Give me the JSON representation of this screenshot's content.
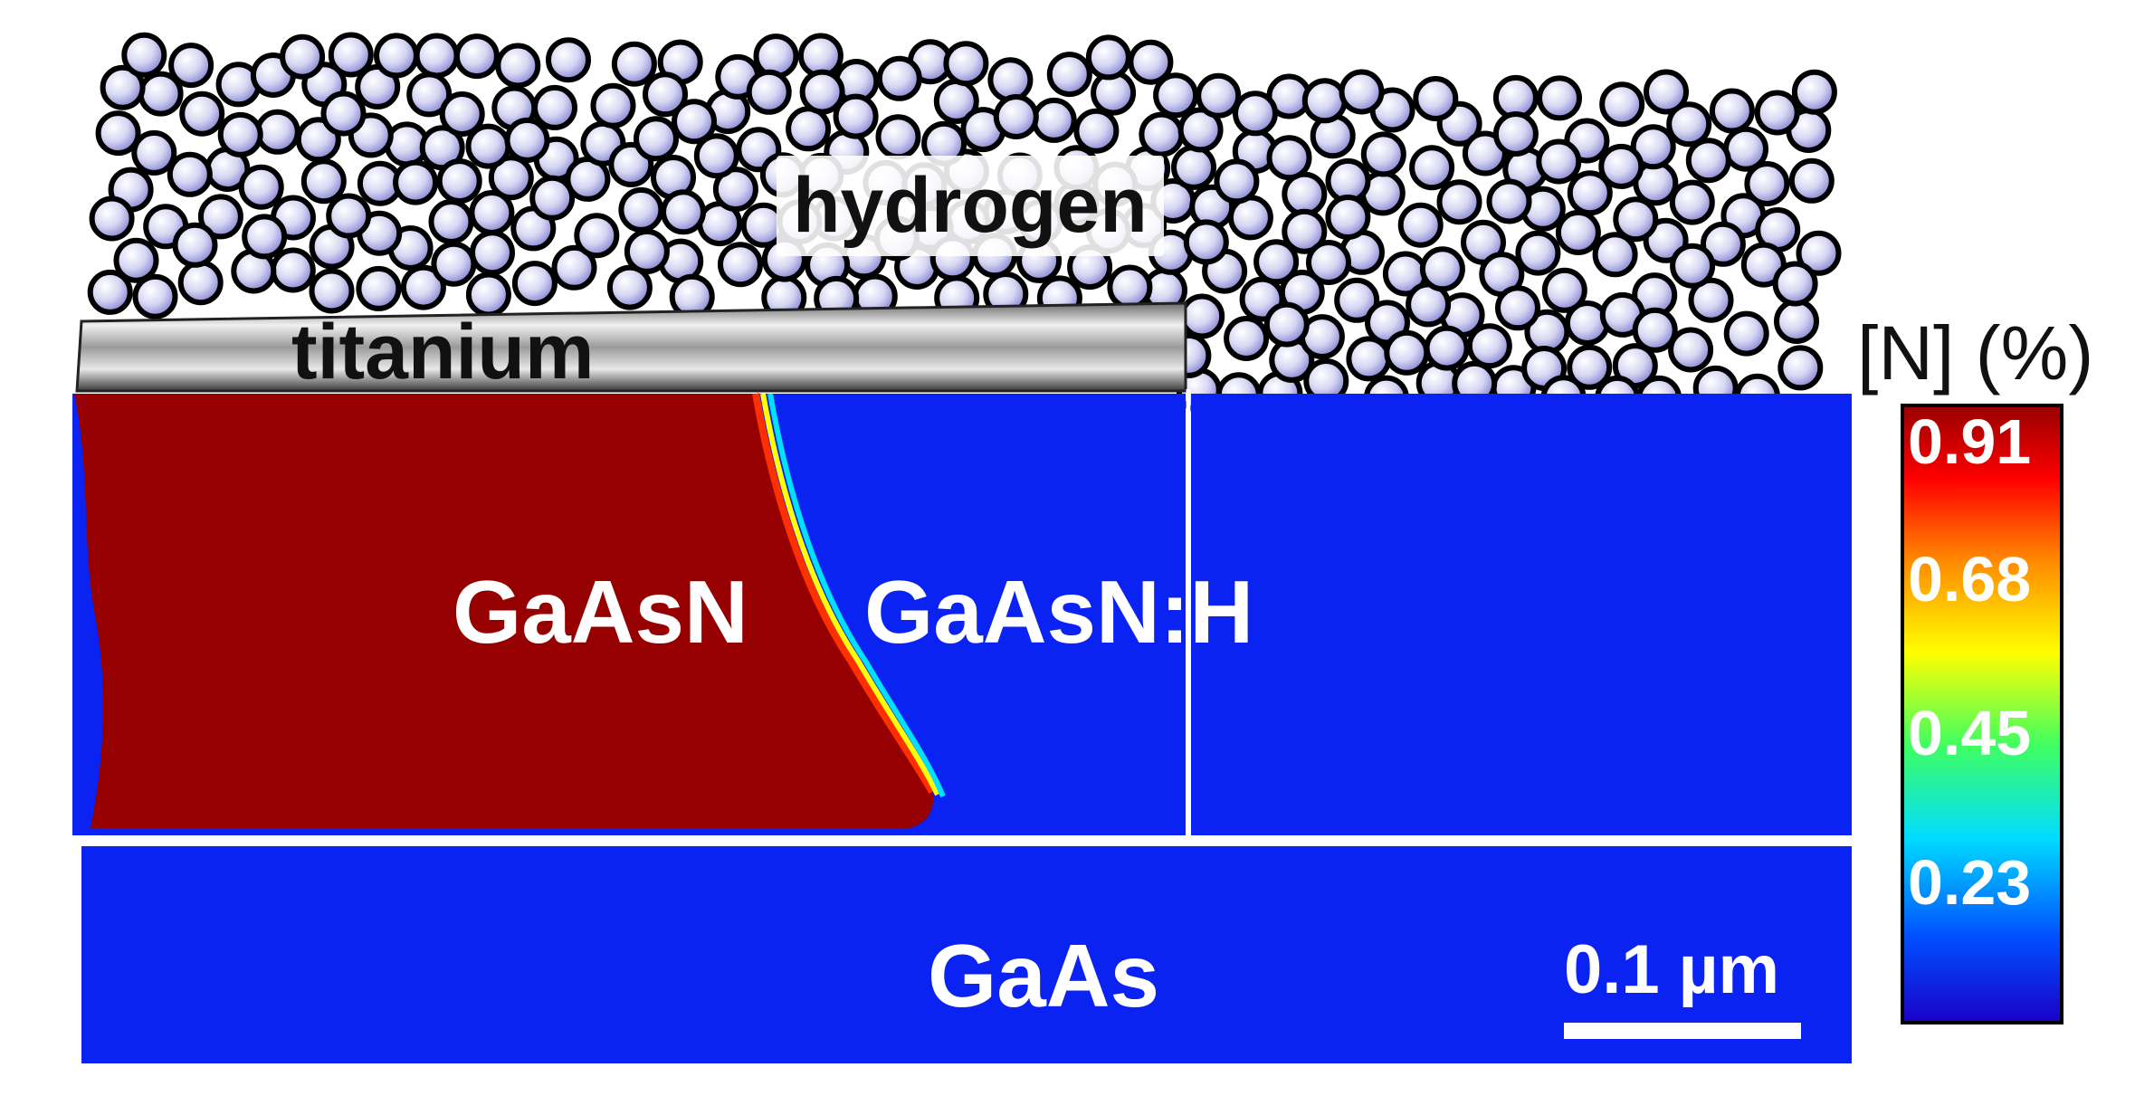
{
  "labels": {
    "hydrogen": "hydrogen",
    "titanium": "titanium",
    "gaasn": "GaAsN",
    "gaasn_h": "GaAsN:H",
    "gaas": "GaAs",
    "scale_bar": "0.1 µm"
  },
  "colorbar": {
    "title": "[N] (%)",
    "ticks": [
      "0.91",
      "0.68",
      "0.45",
      "0.23"
    ],
    "colors": [
      "#1a00c8",
      "#0050ff",
      "#00ddff",
      "#40ff60",
      "#ffff00",
      "#ff8800",
      "#ff0000",
      "#990000"
    ]
  },
  "colors": {
    "high_n": "#970000",
    "low_n": "#0a22f2",
    "hydrogen_atom": "#d8d8f4"
  }
}
